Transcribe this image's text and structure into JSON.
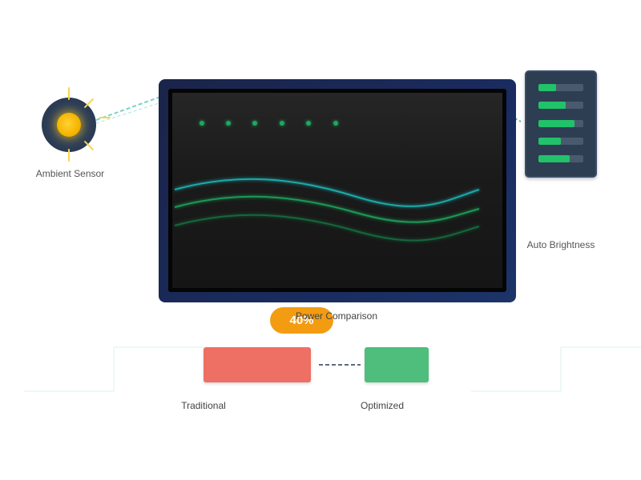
{
  "sensor": {
    "label": "Ambient Sensor"
  },
  "brightness_panel": {
    "label": "Auto Brightness",
    "levels": [
      0.4,
      0.6,
      0.8,
      0.5,
      0.7
    ]
  },
  "power": {
    "title": "Power Comparison",
    "badge": "40%",
    "traditional_label": "Traditional",
    "optimized_label": "Optimized"
  },
  "colors": {
    "accent_orange": "#f39c12",
    "traditional": "#ee6f63",
    "optimized": "#4fbd7c",
    "bar_green": "#21c26a",
    "wave_cyan": "#1aa8a8",
    "wave_green": "#1bb061"
  }
}
